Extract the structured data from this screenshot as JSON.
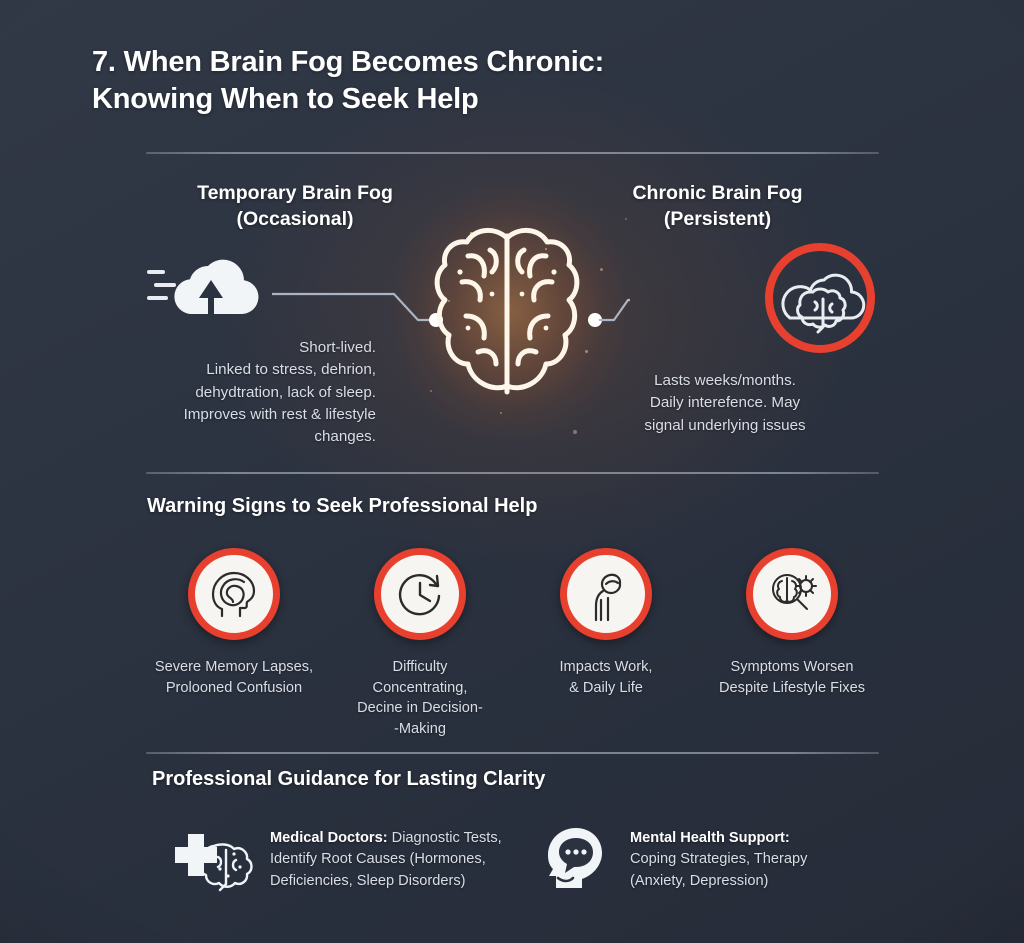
{
  "colors": {
    "background": "#2b3240",
    "accent_red": "#e8402f",
    "glow_orange": "#eb9648",
    "text_primary": "#ffffff",
    "text_body": "#d9dee6"
  },
  "title": "7. When Brain Fog Becomes Chronic: Knowing When to Seek Help",
  "comparison": {
    "left": {
      "heading": "Temporary Brain Fog\n(Occasional)",
      "icon": "cloud-upload-icon",
      "body": "Short-lived.\nLinked to stress, dehrion,\ndehydtration, lack of sleep.\nImproves with rest & lifestyle\nchanges."
    },
    "center": {
      "icon": "brain-glow-icon"
    },
    "right": {
      "heading": "Chronic Brain Fog\n(Persistent)",
      "icon": "brain-cloud-ring-icon",
      "body": "Lasts weeks/months.\nDaily interefence. May\nsignal underlying issues"
    }
  },
  "warning_section": {
    "title": "Warning Signs to Seek Professional Help",
    "items": [
      {
        "icon": "head-spiral-icon",
        "label": "Severe Memory Lapses,\nProlooned Confusion"
      },
      {
        "icon": "clock-arrow-icon",
        "label": "Difficulty\nConcentrating,\nDecine in Decision-\n-Making"
      },
      {
        "icon": "slouched-person-icon",
        "label": "Impacts Work,\n& Daily Life"
      },
      {
        "icon": "magnifier-brain-gear-icon",
        "label": "Symptoms Worsen\nDespite Lifestyle Fixes"
      }
    ]
  },
  "guidance_section": {
    "title": "Professional Guidance for Lasting Clarity",
    "items": [
      {
        "icon": "medical-cross-brain-icon",
        "lead": "Medical Doctors:",
        "rest": " Diagnostic Tests,\nIdentify Root Causes (Hormones,\nDeficiencies, Sleep Disorders)"
      },
      {
        "icon": "head-speech-bubble-icon",
        "lead": "Mental Health Support:",
        "rest": "\nCoping Strategies, Therapy\n(Anxiety, Depression)"
      }
    ]
  }
}
